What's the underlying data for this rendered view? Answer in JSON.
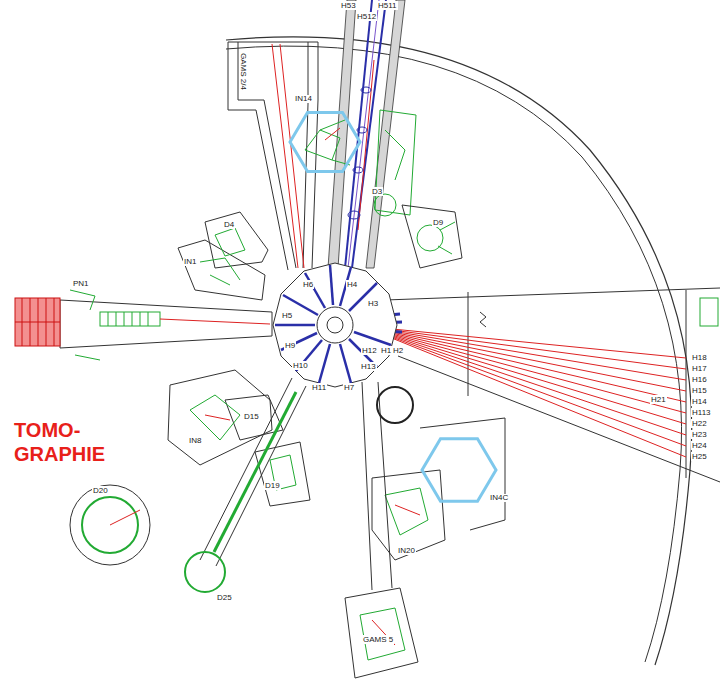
{
  "diagram": {
    "nodes": [
      {
        "text": [
          "IN14"
        ]
      },
      {
        "text": [
          "IN4C"
        ]
      }
    ],
    "labels": [
      "TOMO- GRAPHIE",
      "H53",
      "H512",
      "H511",
      "GAMS 2/4",
      "D3",
      "D9",
      "D4",
      "IN1",
      "PN1",
      "H6",
      "H4",
      "H3",
      "H5",
      "H9",
      "H10",
      "H11",
      "H7",
      "H13",
      "H12",
      "H1",
      "H2",
      "D15",
      "IN8",
      "D19",
      "D20",
      "D25",
      "IN20",
      "GAMS 5",
      "H18",
      "H17",
      "H16",
      "H15",
      "H14",
      "H113",
      "H22",
      "H23",
      "H24",
      "H25",
      "H21"
    ]
  }
}
